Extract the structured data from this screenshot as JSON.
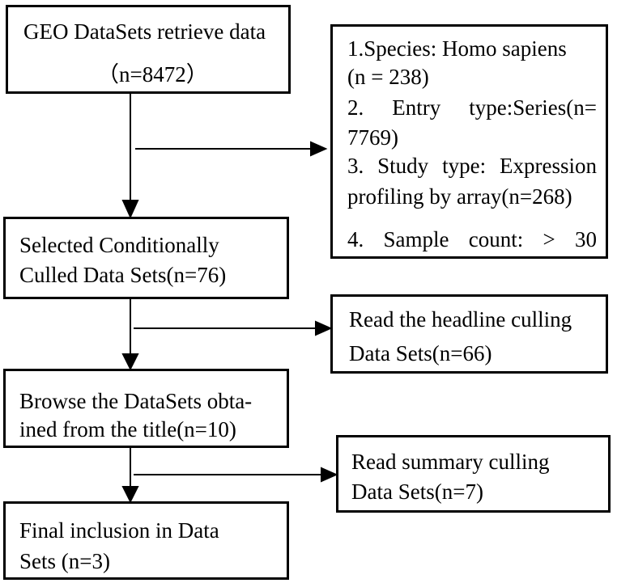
{
  "boxes": {
    "retrieve": {
      "line1": "GEO DataSets retrieve data",
      "line2": "（n=8472）"
    },
    "criteria": {
      "item1_a": "1.Species: Homo sapiens",
      "item1_b": "(n = 238)",
      "item2_a": "2. Entry type:Series(n=",
      "item2_b": "7769)",
      "item3_a": "3. Study type: Expression",
      "item3_b": "profiling by array(n=268)",
      "item4": "4. Sample count: > 30"
    },
    "selected": {
      "line1": "Selected Conditionally",
      "line2": "Culled Data Sets(n=76)"
    },
    "headline": {
      "line1": "Read the headline culling",
      "line2": "Data Sets(n=66)"
    },
    "browse": {
      "line1": "Browse the DataSets obta-",
      "line2": "ined from the title(n=10)"
    },
    "summary": {
      "line1": "Read summary culling",
      "line2": "Data Sets(n=7)"
    },
    "final": {
      "line1": "Final inclusion in Data",
      "line2": "Sets (n=3)"
    }
  }
}
